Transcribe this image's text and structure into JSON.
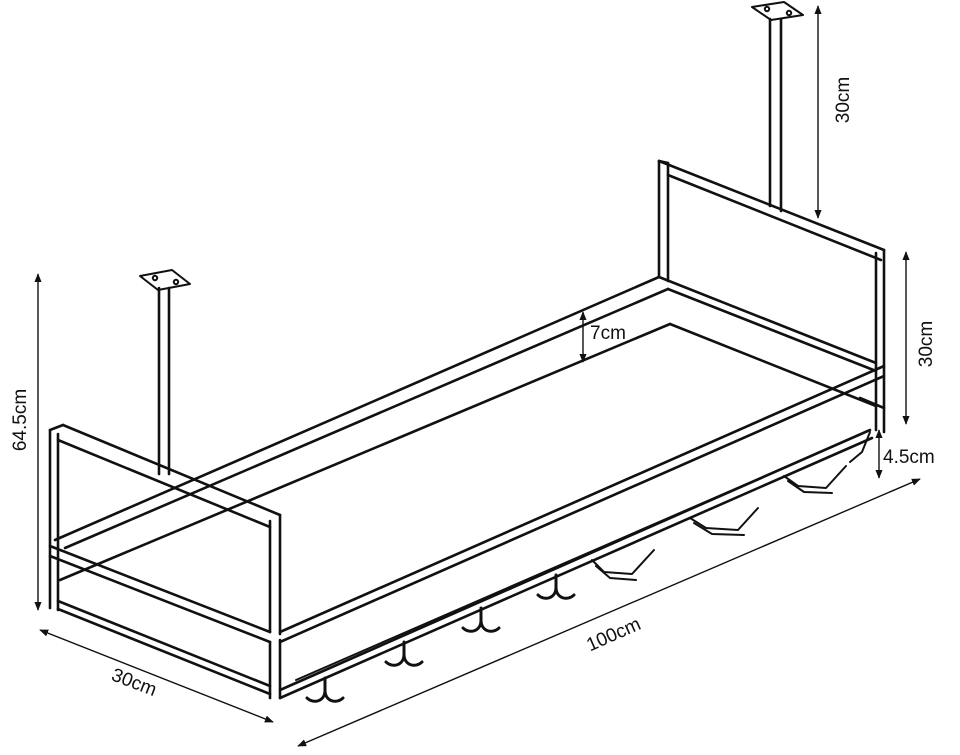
{
  "colors": {
    "line": "#111111",
    "background": "#ffffff"
  },
  "dimensions": {
    "total_height": "64.5cm",
    "rod_length": "30cm",
    "frame_height": "30cm",
    "rail_height": "7cm",
    "glass_rack_depth": "4.5cm",
    "length": "100cm",
    "width": "30cm"
  }
}
